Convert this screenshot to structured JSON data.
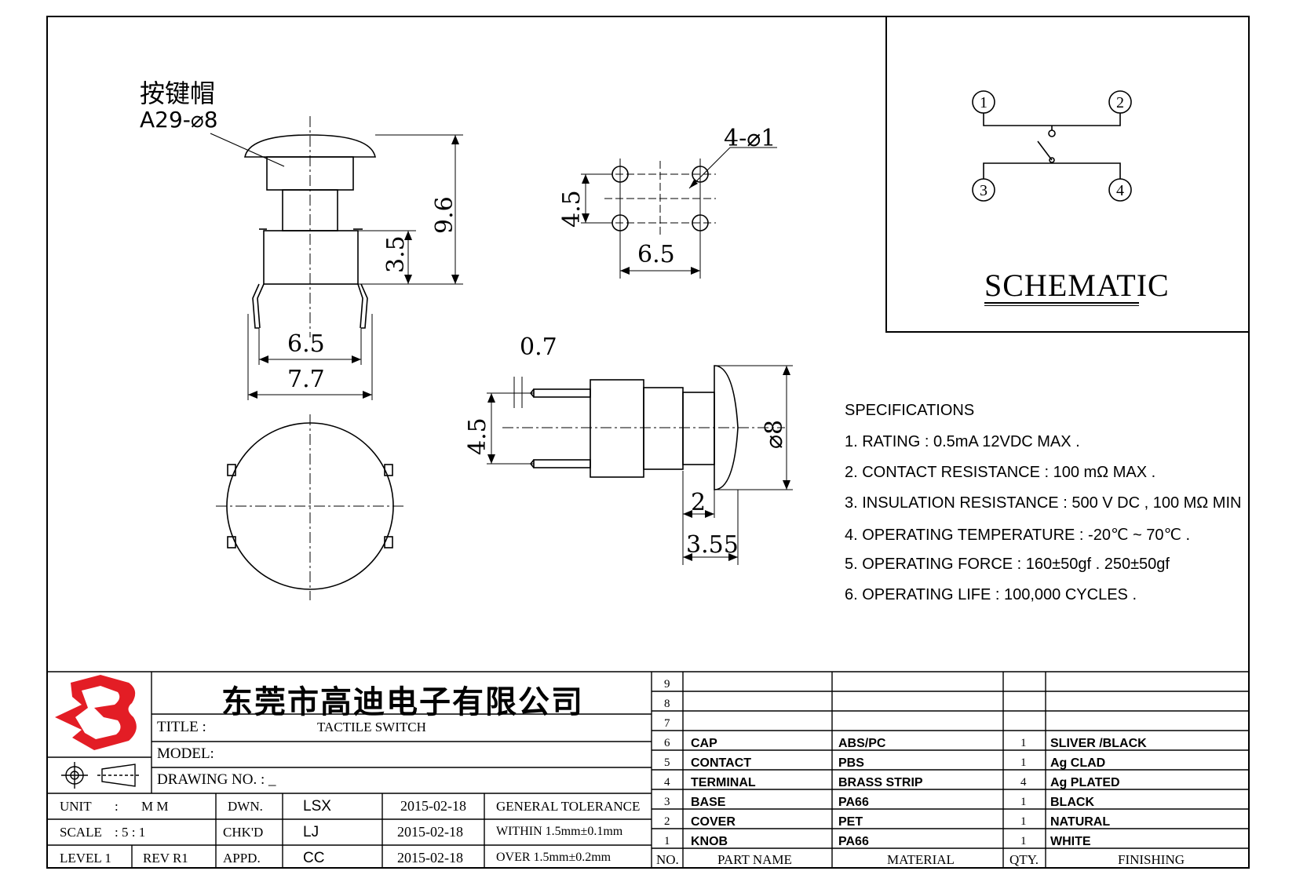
{
  "drawing": {
    "keycap_label_cn": "按键帽",
    "keycap_code": "A29-⌀8",
    "dims": {
      "height_total": "9.6",
      "body_height": "3.5",
      "pin_span_inner": "6.5",
      "pin_span_outer": "7.7",
      "hole_note": "4-⌀1",
      "hole_pitch_v": "4.5",
      "hole_pitch_h": "6.5",
      "pin_width": "0.7",
      "pin_pitch": "4.5",
      "cap_dia": "⌀8",
      "cap_thk": "2",
      "cap_offset": "3.55"
    }
  },
  "schematic": {
    "title": "SCHEMATIC",
    "pins": [
      "1",
      "2",
      "3",
      "4"
    ]
  },
  "specifications": {
    "heading": "SPECIFICATIONS",
    "items": [
      "1. RATING : 0.5mA 12VDC MAX .",
      "2. CONTACT RESISTANCE : 100 mΩ MAX .",
      "3. INSULATION RESISTANCE : 500 V DC , 100 MΩ MIN",
      "4. OPERATING TEMPERATURE : -20℃ ~ 70℃ .",
      "5. OPERATING FORCE : 160±50gf . 250±50gf",
      "6. OPERATING LIFE : 100,000 CYCLES ."
    ]
  },
  "title_block": {
    "company": "东莞市高迪电子有限公司",
    "title_label": "TITLE :",
    "title_value": "TACTILE SWITCH",
    "model_label": "MODEL:",
    "drawing_no_label": "DRAWING NO. : _",
    "unit_label": "UNIT",
    "unit_colon": ":",
    "unit_value": "M M",
    "scale_label": "SCALE",
    "scale_value": ":  5 : 1",
    "level": "LEVEL 1",
    "rev": "REV  R1",
    "dwn_label": "DWN.",
    "chk_label": "CHK'D",
    "appd_label": "APPD.",
    "dwn_name": "LSX",
    "chk_name": "LJ",
    "appd_name": "CC",
    "dwn_date": "2015-02-18",
    "chk_date": "2015-02-18",
    "appd_date": "2015-02-18",
    "tol_title": "GENERAL TOLERANCE",
    "tol_within": "WITHIN 1.5mm±0.1mm",
    "tol_over": "OVER   1.5mm±0.2mm"
  },
  "bom": {
    "headers": {
      "no": "NO.",
      "part": "PART  NAME",
      "material": "MATERIAL",
      "qty": "QTY.",
      "finishing": "FINISHING"
    },
    "rows": [
      {
        "no": "9",
        "part": "",
        "material": "",
        "qty": "",
        "finishing": ""
      },
      {
        "no": "8",
        "part": "",
        "material": "",
        "qty": "",
        "finishing": ""
      },
      {
        "no": "7",
        "part": "",
        "material": "",
        "qty": "",
        "finishing": ""
      },
      {
        "no": "6",
        "part": "CAP",
        "material": "ABS/PC",
        "qty": "1",
        "finishing": "SLIVER /BLACK"
      },
      {
        "no": "5",
        "part": "CONTACT",
        "material": "PBS",
        "qty": "1",
        "finishing": "Ag CLAD"
      },
      {
        "no": "4",
        "part": "TERMINAL",
        "material": "BRASS STRIP",
        "qty": "4",
        "finishing": "Ag PLATED"
      },
      {
        "no": "3",
        "part": "BASE",
        "material": "PA66",
        "qty": "1",
        "finishing": "BLACK"
      },
      {
        "no": "2",
        "part": "COVER",
        "material": "PET",
        "qty": "1",
        "finishing": "NATURAL"
      },
      {
        "no": "1",
        "part": "KNOB",
        "material": "PA66",
        "qty": "1",
        "finishing": "WHITE"
      }
    ]
  }
}
